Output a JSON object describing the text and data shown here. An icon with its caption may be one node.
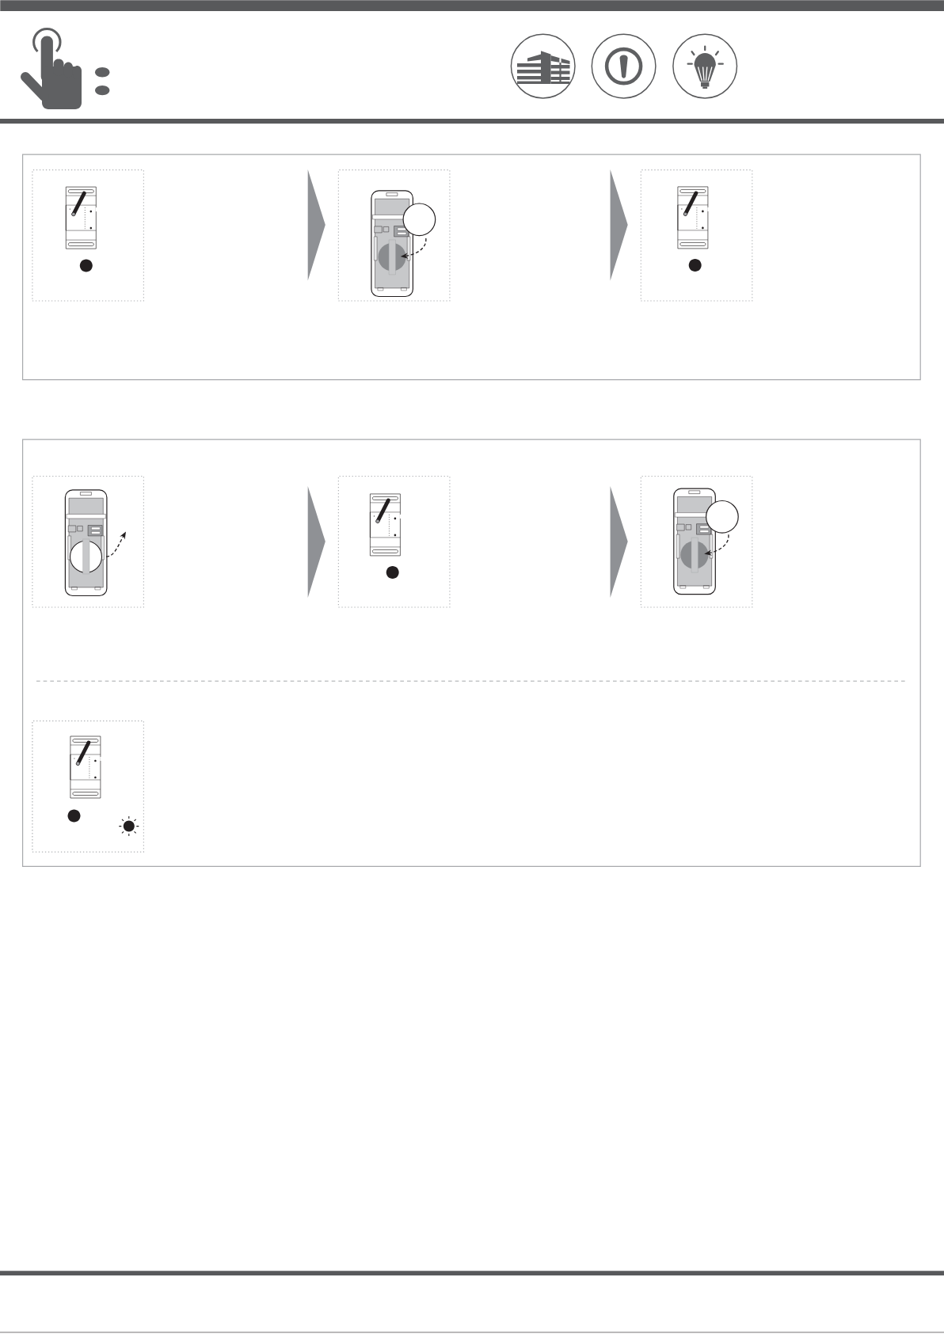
{
  "diagram": {
    "nodes": [
      {
        "text": [],
        "shape": "bar"
      },
      {
        "text": [],
        "shape": "box"
      },
      {
        "text": [],
        "shape": "picture",
        "in": 1
      },
      {
        "text": [],
        "shape": "picture",
        "in": 1
      },
      {
        "text": [],
        "shape": "picture",
        "in": 1
      },
      {
        "text": [],
        "shape": "box"
      },
      {
        "text": [],
        "shape": "picture",
        "in": 5
      },
      {
        "text": [],
        "shape": "picture",
        "in": 5
      },
      {
        "text": [],
        "shape": "picture",
        "in": 5
      },
      {
        "text": [],
        "shape": "picture",
        "in": 5
      }
    ],
    "edges": [
      {
        "from": null,
        "to": 3,
        "arrow": "to"
      },
      {
        "from": null,
        "to": 4,
        "arrow": "to"
      },
      {
        "from": null,
        "to": 7,
        "arrow": "to"
      },
      {
        "from": null,
        "to": 8,
        "arrow": "to"
      }
    ]
  }
}
